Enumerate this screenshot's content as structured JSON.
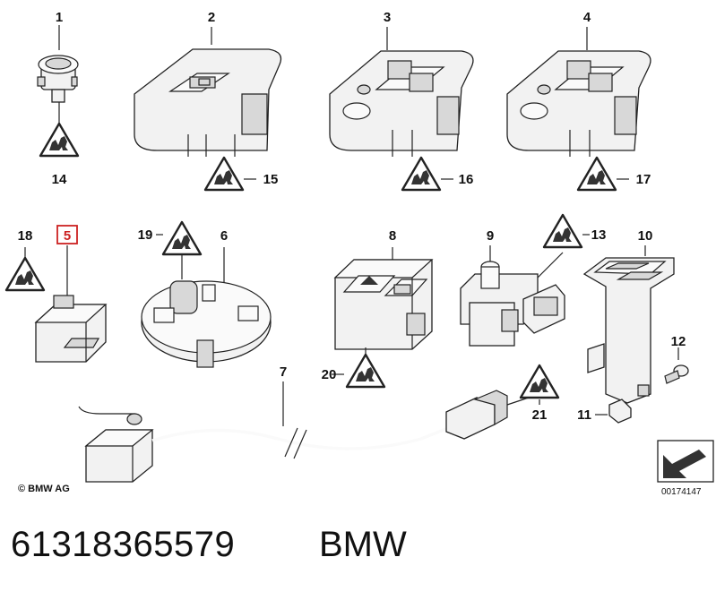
{
  "parts": [
    {
      "id": "1",
      "label": "1"
    },
    {
      "id": "2",
      "label": "2"
    },
    {
      "id": "3",
      "label": "3"
    },
    {
      "id": "4",
      "label": "4"
    },
    {
      "id": "5",
      "label": "5",
      "highlighted": true
    },
    {
      "id": "6",
      "label": "6"
    },
    {
      "id": "7",
      "label": "7"
    },
    {
      "id": "8",
      "label": "8"
    },
    {
      "id": "9",
      "label": "9"
    },
    {
      "id": "10",
      "label": "10"
    },
    {
      "id": "11",
      "label": "11"
    },
    {
      "id": "12",
      "label": "12"
    },
    {
      "id": "13",
      "label": "13"
    },
    {
      "id": "14",
      "label": "14"
    },
    {
      "id": "15",
      "label": "15"
    },
    {
      "id": "16",
      "label": "16"
    },
    {
      "id": "17",
      "label": "17"
    },
    {
      "id": "18",
      "label": "18"
    },
    {
      "id": "19",
      "label": "19"
    },
    {
      "id": "20",
      "label": "20"
    },
    {
      "id": "21",
      "label": "21"
    }
  ],
  "highlight_color": "#cc2222",
  "copyright": "© BMW AG",
  "diagram_code": "00174147",
  "footer": {
    "part_number": "61318365579",
    "brand": "BMW"
  }
}
